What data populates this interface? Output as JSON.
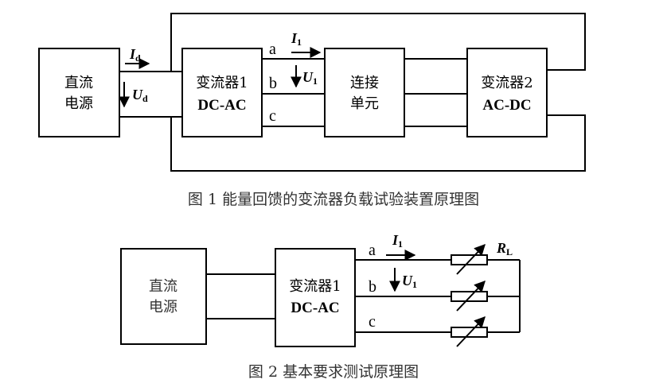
{
  "figure1": {
    "caption": "图 1  能量回馈的变流器负载试验装置原理图",
    "dc_source": {
      "line1": "直流",
      "line2": "电源"
    },
    "converter1": {
      "line1": "变流器1",
      "line2": "DC-AC"
    },
    "connection_unit": {
      "line1": "连接",
      "line2": "单元"
    },
    "converter2": {
      "line1": "变流器2",
      "line2": "AC-DC"
    },
    "current_dc": {
      "symbol": "I",
      "sub": "d"
    },
    "voltage_dc": {
      "symbol": "U",
      "sub": "d"
    },
    "current_ac": {
      "symbol": "I",
      "sub": "1"
    },
    "voltage_ac": {
      "symbol": "U",
      "sub": "1"
    },
    "phases": [
      "a",
      "b",
      "c"
    ]
  },
  "figure2": {
    "caption": "图 2  基本要求测试原理图",
    "dc_source": {
      "line1": "直流",
      "line2": "电源"
    },
    "converter1": {
      "line1": "变流器1",
      "line2": "DC-AC"
    },
    "current_ac": {
      "symbol": "I",
      "sub": "1"
    },
    "voltage_ac": {
      "symbol": "U",
      "sub": "1"
    },
    "load": {
      "symbol": "R",
      "sub": "L"
    },
    "phases": [
      "a",
      "b",
      "c"
    ]
  },
  "colors": {
    "line": "#000000",
    "caption": "#333333"
  }
}
